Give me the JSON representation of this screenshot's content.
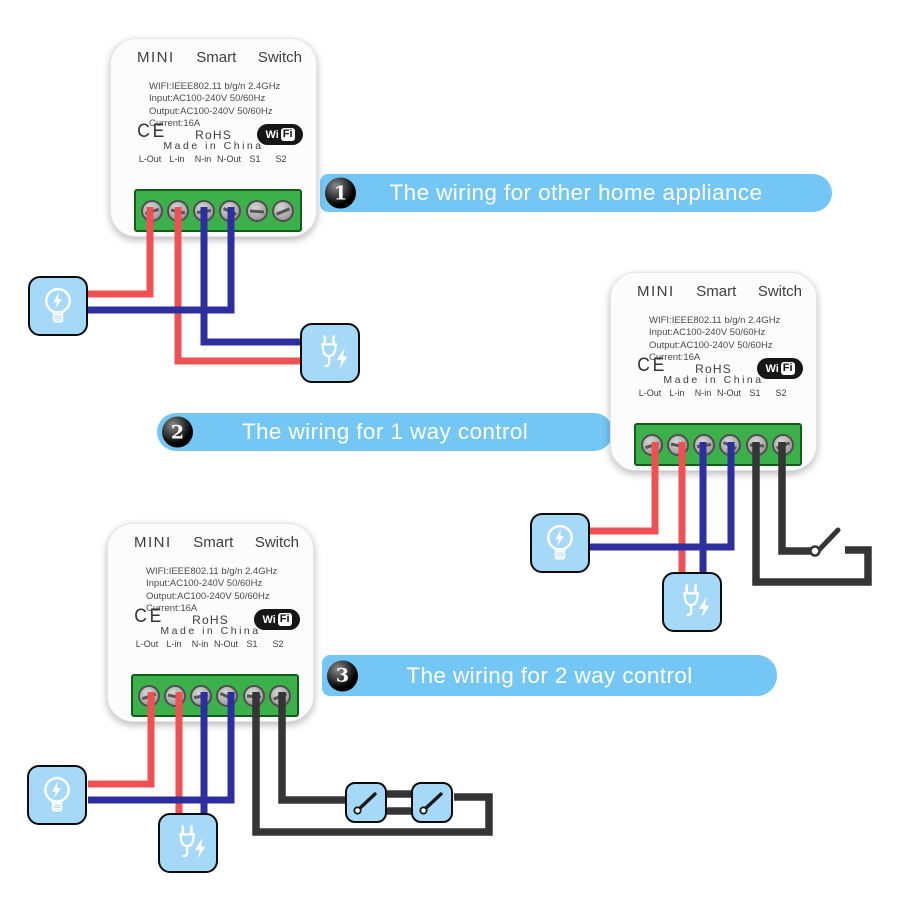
{
  "colors": {
    "banner": "#74c7f5",
    "banner_text": "#ffffff",
    "badge_text": "#ffffff",
    "icon_box": "#a6d9f7",
    "icon_box_border": "#0c0c0c",
    "wire_red": "#ef5053",
    "wire_blue": "#2d2f9e",
    "wire_black": "#353535",
    "device_body": "#fcfcfc",
    "device_text": "#3d3d3d",
    "block_green": "#3cb04a",
    "screw_face": "#a8a8a8"
  },
  "device": {
    "header": {
      "left": "MINI",
      "center": "Smart",
      "right": "Switch"
    },
    "specs": [
      "WIFI:IEEE802.11 b/g/n 2.4GHz",
      "Input:AC100-240V 50/60Hz",
      "Output:AC100-240V 50/60Hz",
      "Current:16A"
    ],
    "ce_mark": "CE",
    "rohs": "RoHS",
    "wifi_wi": "Wi",
    "wifi_fi": "Fi",
    "made_in": "Made in China",
    "terminals": [
      "L-Out",
      "L-in",
      "N-in",
      "N-Out",
      "S1",
      "S2"
    ]
  },
  "sections": [
    {
      "number": "1",
      "caption": "The wiring for other home appliance"
    },
    {
      "number": "2",
      "caption": "The wiring for 1 way control"
    },
    {
      "number": "3",
      "caption": "The wiring for 2 way control"
    }
  ],
  "icons": {
    "bulb": "bulb-lightning-icon",
    "plug": "plug-lightning-icon",
    "switch_symbol": "spst-switch-symbol",
    "switch_box": "toggle-switch-icon",
    "wifi": "wifi-logo"
  }
}
